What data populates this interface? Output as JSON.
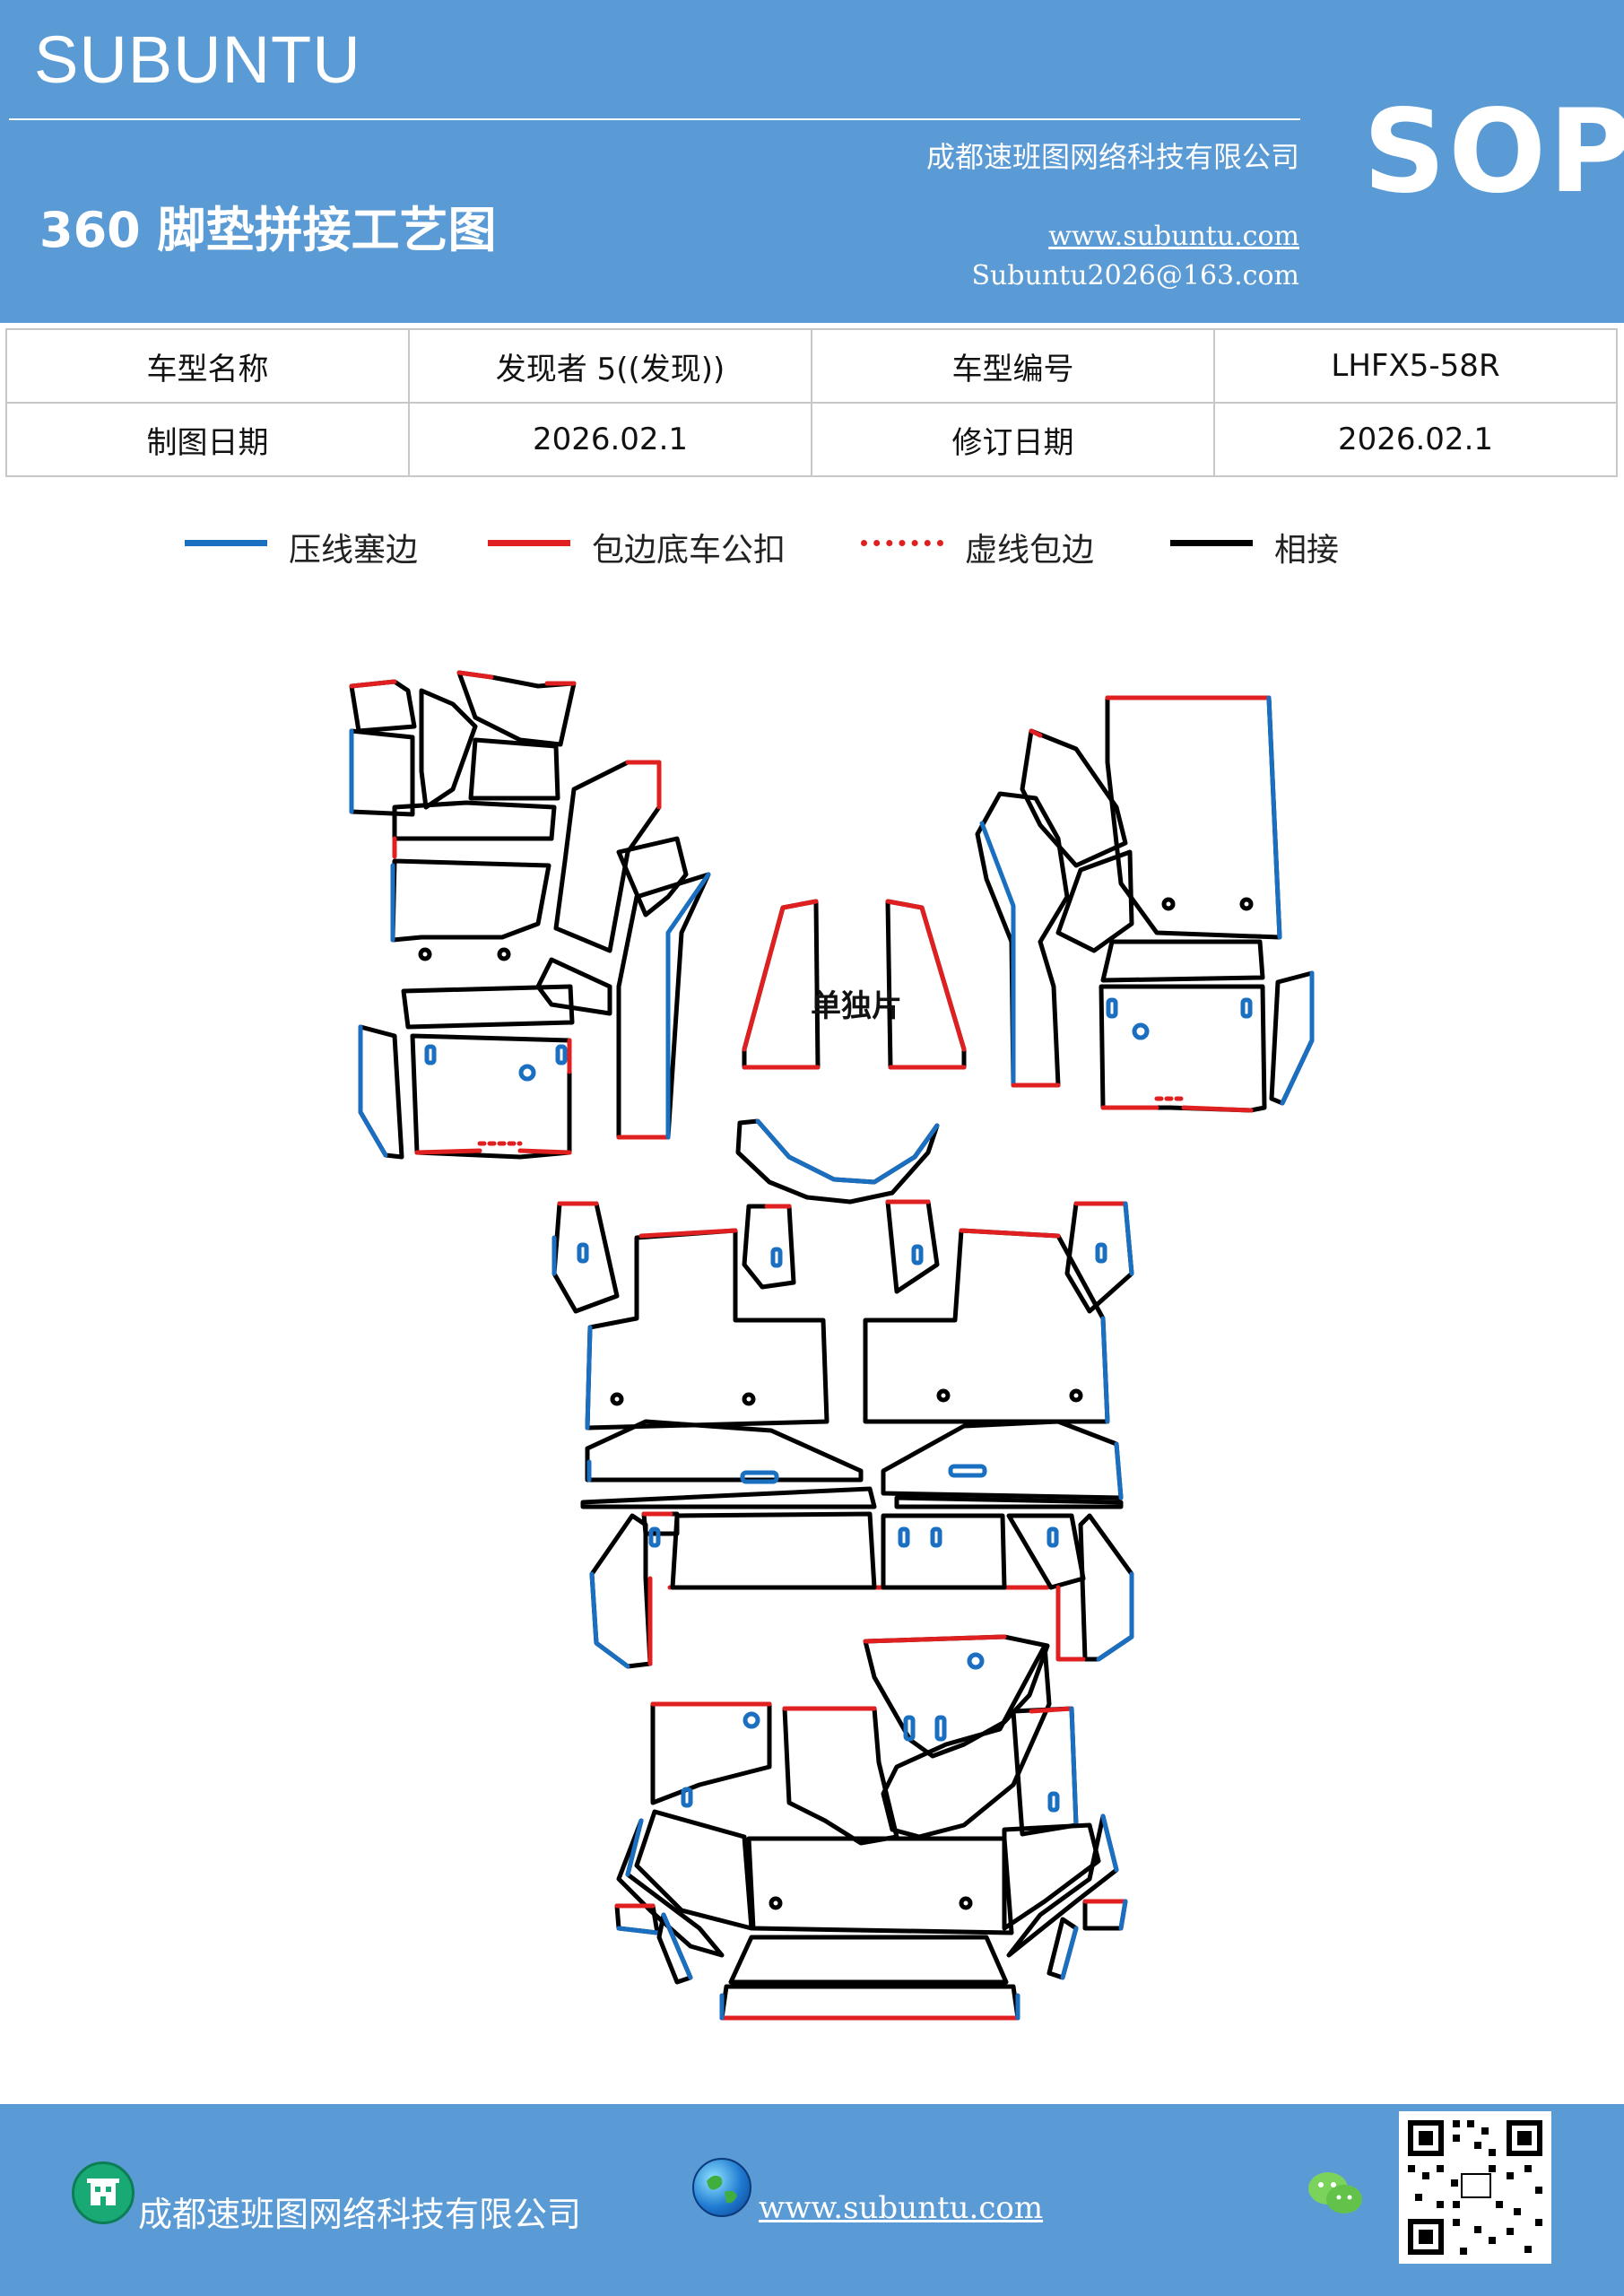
{
  "header": {
    "brand": "SUBUNTU",
    "company": "成都速班图网络科技有限公司",
    "title": "360 脚垫拼接工艺图",
    "url": "www.subuntu.com",
    "email": "Subuntu2026@163.com",
    "sop": "SOP"
  },
  "info_table": {
    "rows": [
      [
        "车型名称",
        "发现者 5((发现))",
        "车型编号",
        "LHFX5-58R"
      ],
      [
        "制图日期",
        "2026.02.1",
        "修订日期",
        "2026.02.1"
      ]
    ]
  },
  "legend": [
    {
      "label": "压线塞边",
      "color": "#1a6fc0",
      "style": "solid"
    },
    {
      "label": "包边底车公扣",
      "color": "#e02020",
      "style": "solid"
    },
    {
      "label": "虚线包边",
      "color": "#e02020",
      "style": "dotted"
    },
    {
      "label": "相接",
      "color": "#000000",
      "style": "solid"
    }
  ],
  "diagram": {
    "label_single": "单独片"
  },
  "footer": {
    "company": "成都速班图网络科技有限公司",
    "url": "www.subuntu.com"
  },
  "icons": {
    "building": "building-icon",
    "globe": "globe-icon",
    "wechat": "wechat-icon",
    "qr": "qr-code"
  },
  "colors": {
    "header_bg": "#5b9bd5",
    "blue_edge": "#1a6fc0",
    "red_edge": "#e02020",
    "black_edge": "#000000"
  }
}
